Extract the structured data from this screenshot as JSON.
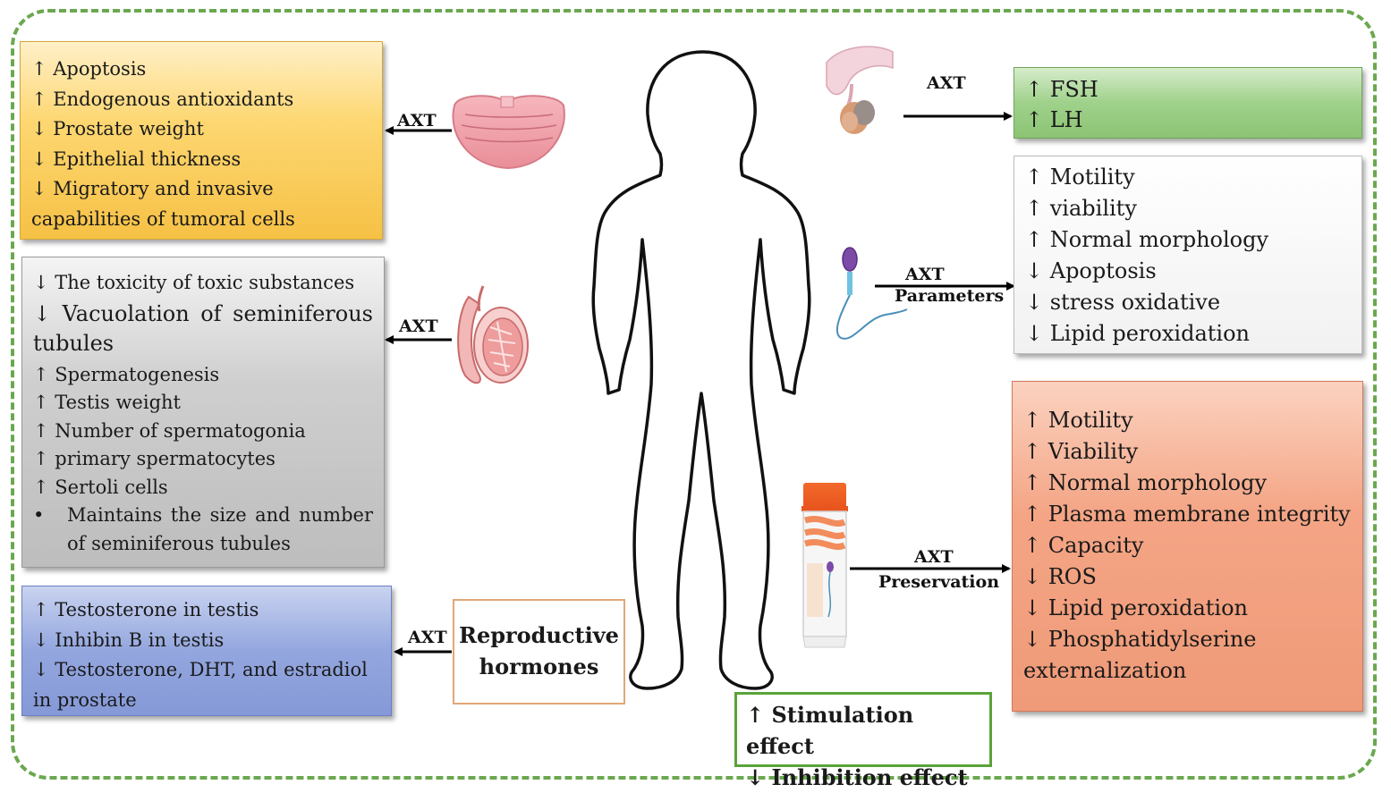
{
  "prostate_effects": {
    "lines": [
      "↑ Apoptosis",
      "↑ Endogenous antioxidants",
      "↓ Prostate weight",
      "↓ Epithelial thickness",
      "↓ Migratory and invasive",
      "capabilities of tumoral cells"
    ]
  },
  "testis_effects": {
    "line1": "↓ The toxicity of toxic substances",
    "line2": "↓ Vacuolation of seminiferous tubules",
    "lines": [
      "↑ Spermatogenesis",
      "↑ Testis weight",
      "↑ Number of spermatogonia",
      "↑ primary spermatocytes",
      "↑ Sertoli cells"
    ],
    "bullet_marker": "•",
    "bullet_text": "Maintains the size and number of seminiferous tubules"
  },
  "hormone_effects": {
    "lines": [
      "↑ Testosterone in testis",
      "↓ Inhibin B in testis",
      "↓ Testosterone, DHT, and estradiol",
      "in prostate"
    ]
  },
  "reproductive_hormones": {
    "line1": "Reproductive",
    "line2": "hormones"
  },
  "pituitary_effects": {
    "lines": [
      "↑ FSH",
      "↑ LH"
    ]
  },
  "sperm_parameters": {
    "lines": [
      "↑ Motility",
      "↑ viability",
      "↑ Normal morphology",
      "↓ Apoptosis",
      "↓ stress oxidative",
      "↓ Lipid peroxidation"
    ]
  },
  "preservation_effects": {
    "lines": [
      "↑ Motility",
      "↑ Viability",
      "↑ Normal morphology",
      "↑ Plasma membrane integrity",
      "↑ Capacity",
      "↓ ROS",
      "↓ Lipid peroxidation",
      "↓ Phosphatidylserine",
      "externalization"
    ]
  },
  "arrow_labels": {
    "prostate": "AXT",
    "testis": "AXT",
    "hormones": "AXT",
    "pituitary": "AXT",
    "sperm": "AXT",
    "sperm_sub": "Parameters",
    "preservation": "AXT",
    "preservation_sub": "Preservation"
  },
  "legend": {
    "stimulation": "↑ Stimulation effect",
    "inhibition": "↓ Inhibition effect"
  },
  "colors": {
    "frame": "#6aa84f",
    "prostate_box": "#fdd772",
    "testis_box": "#c8c8c8",
    "hormone_box": "#93a6de",
    "fsh_box": "#9fd18a",
    "sperm_box": "#f1f1f1",
    "preservation_box": "#f4a585"
  }
}
